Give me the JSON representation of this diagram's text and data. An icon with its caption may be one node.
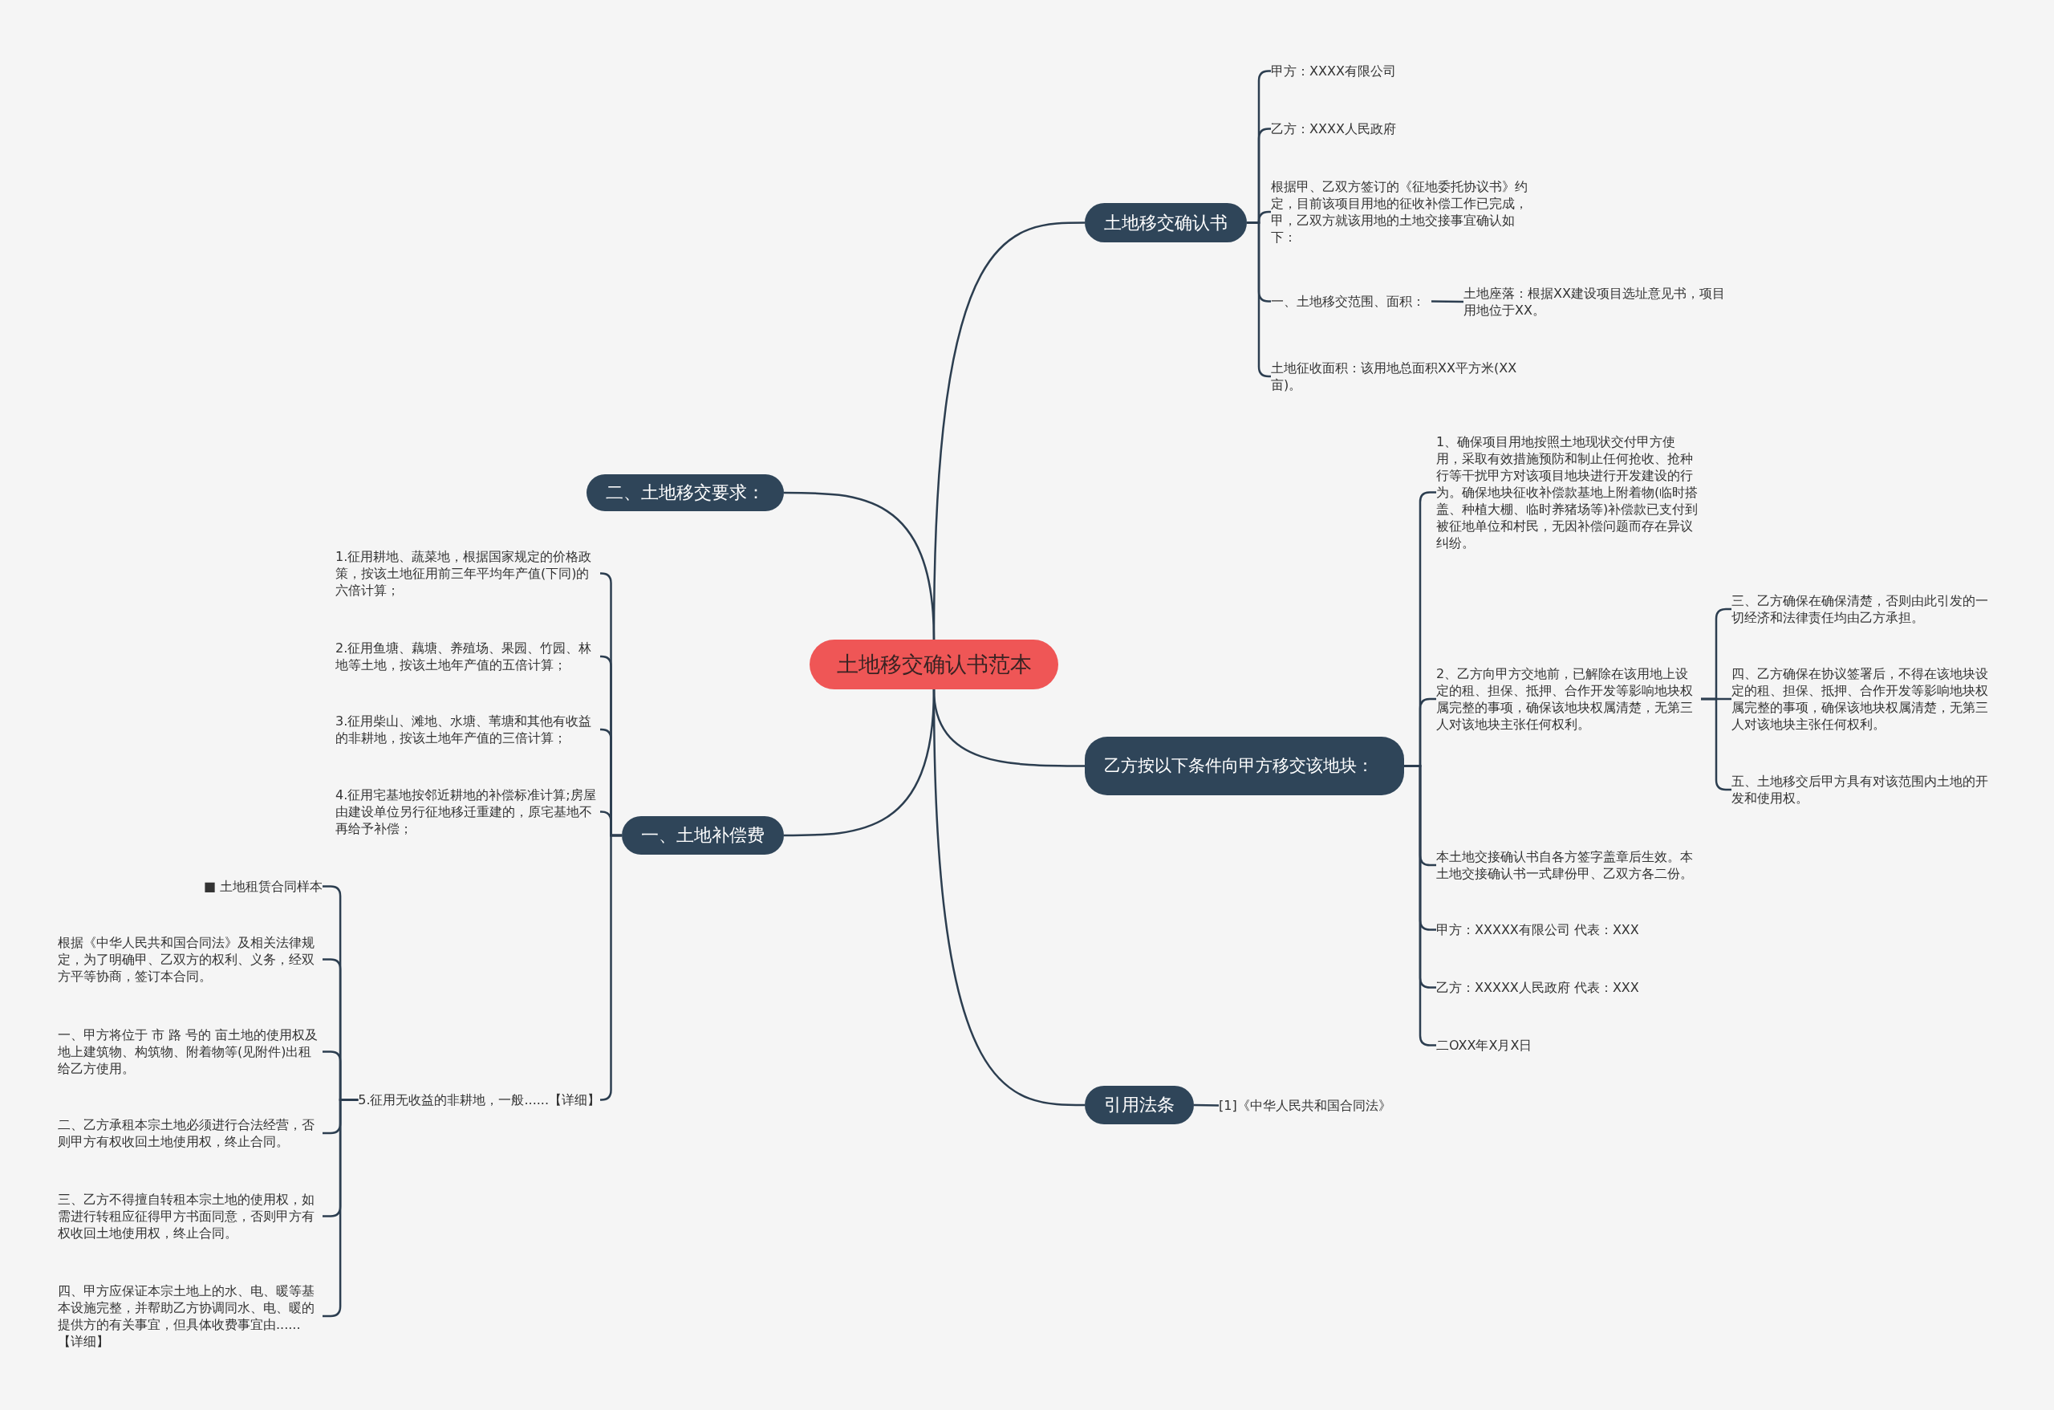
{
  "diagram": {
    "nodes": [
      {
        "text": [
          "土地移交确认书范本"
        ]
      },
      {
        "text": [
          "土地移交确认书"
        ]
      },
      {
        "text": [
          "甲方：XXXX有限公司"
        ]
      },
      {
        "text": [
          "乙方：XXXX人民政府"
        ]
      },
      {
        "text": [
          "根据甲、乙双方签订的《征地委托协议书》约定，目前该项目用地的征收补偿工作已完成，甲，乙双方就该用地的土地交接事宜确认如下："
        ]
      },
      {
        "text": [
          "一、土地移交范围、面积："
        ]
      },
      {
        "text": [
          "土地座落：根据XX建设项目选址意见书，项目用地位于XX。"
        ]
      },
      {
        "text": [
          "土地征收面积：该用地总面积XX平方米(XX亩)。"
        ]
      },
      {
        "text": [
          "乙方按以下条件向甲方移交该地块："
        ]
      },
      {
        "text": [
          "1、确保项目用地按照土地现状交付甲方使用，采取有效措施预防和制止任何抢收、抢种行等干扰甲方对该项目地块进行开发建设的行为。确保地块征收补偿款基地上附着物(临时搭盖、种植大棚、临时养猪场等)补偿款已支付到被征地单位和村民，无因补偿问题而存在异议纠纷。"
        ]
      },
      {
        "text": [
          "2、乙方向甲方交地前，已解除在该用地上设定的租、担保、抵押、合作开发等影响地块权属完整的事项，确保该地块权属清楚，无第三人对该地块主张任何权利。"
        ]
      },
      {
        "text": [
          "三、乙方确保在确保清楚，否则由此引发的一切经济和法律责任均由乙方承担。"
        ]
      },
      {
        "text": [
          "四、乙方确保在协议签署后，不得在该地块设定的租、担保、抵押、合作开发等影响地块权属完整的事项，确保该地块权属清楚，无第三人对该地块主张任何权利。"
        ]
      },
      {
        "text": [
          "五、土地移交后甲方具有对该范围内土地的开发和使用权。"
        ]
      },
      {
        "text": [
          "本土地交接确认书自各方签字盖章后生效。本土地交接确认书一式肆份甲、乙双方各二份。"
        ]
      },
      {
        "text": [
          "甲方：XXXXX有限公司 代表：XXX"
        ]
      },
      {
        "text": [
          "乙方：XXXXX人民政府 代表：XXX"
        ]
      },
      {
        "text": [
          "二OXX年X月X日"
        ]
      },
      {
        "text": [
          "引用法条"
        ]
      },
      {
        "text": [
          "[1]《中华人民共和国合同法》"
        ]
      },
      {
        "text": [
          "二、土地移交要求："
        ]
      },
      {
        "text": [
          "一、土地补偿费"
        ]
      },
      {
        "text": [
          "1.征用耕地、蔬菜地，根据国家规定的价格政策，按该土地征用前三年平均年产值(下同)的六倍计算；"
        ]
      },
      {
        "text": [
          "2.征用鱼塘、藕塘、养殖场、果园、竹园、林地等土地，按该土地年产值的五倍计算；"
        ]
      },
      {
        "text": [
          "3.征用柴山、滩地、水塘、苇塘和其他有收益的非耕地，按该土地年产值的三倍计算；"
        ]
      },
      {
        "text": [
          "4.征用宅基地按邻近耕地的补偿标准计算;房屋由建设单位另行征地移迁重建的，原宅基地不再给予补偿；"
        ]
      },
      {
        "text": [
          "5.征用无收益的非耕地，一般......【详细】"
        ]
      },
      {
        "text": [
          "■ 土地租赁合同样本"
        ]
      },
      {
        "text": [
          "根据《中华人民共和国合同法》及相关法律规定，为了明确甲、乙双方的权利、义务，经双方平等协商，签订本合同。"
        ]
      },
      {
        "text": [
          "一、甲方将位于 市 路 号的 亩土地的使用权及地上建筑物、构筑物、附着物等(见附件)出租给乙方使用。"
        ]
      },
      {
        "text": [
          "二、乙方承租本宗土地必须进行合法经营，否则甲方有权收回土地使用权，终止合同。"
        ]
      },
      {
        "text": [
          "三、乙方不得擅自转租本宗土地的使用权，如需进行转租应征得甲方书面同意，否则甲方有权收回土地使用权，终止合同。"
        ]
      },
      {
        "text": [
          "四、甲方应保证本宗土地上的水、电、暖等基本设施完整，并帮助乙方协调同水、电、暖的提供方的有关事宜，但具体收费事宜由......【详细】"
        ]
      }
    ],
    "edges": [
      {
        "from": 0,
        "to": 1,
        "arrow": "none"
      },
      {
        "from": 1,
        "to": 2,
        "arrow": "none"
      },
      {
        "from": 1,
        "to": 3,
        "arrow": "none"
      },
      {
        "from": 1,
        "to": 4,
        "arrow": "none"
      },
      {
        "from": 1,
        "to": 5,
        "arrow": "none"
      },
      {
        "from": 5,
        "to": 6,
        "arrow": "none"
      },
      {
        "from": 1,
        "to": 7,
        "arrow": "none"
      },
      {
        "from": 0,
        "to": 8,
        "arrow": "none"
      },
      {
        "from": 8,
        "to": 9,
        "arrow": "none"
      },
      {
        "from": 8,
        "to": 10,
        "arrow": "none"
      },
      {
        "from": 10,
        "to": 11,
        "arrow": "none"
      },
      {
        "from": 10,
        "to": 12,
        "arrow": "none"
      },
      {
        "from": 10,
        "to": 13,
        "arrow": "none"
      },
      {
        "from": 8,
        "to": 14,
        "arrow": "none"
      },
      {
        "from": 8,
        "to": 15,
        "arrow": "none"
      },
      {
        "from": 8,
        "to": 16,
        "arrow": "none"
      },
      {
        "from": 8,
        "to": 17,
        "arrow": "none"
      },
      {
        "from": 0,
        "to": 18,
        "arrow": "none"
      },
      {
        "from": 18,
        "to": 19,
        "arrow": "none"
      },
      {
        "from": 0,
        "to": 20,
        "arrow": "none"
      },
      {
        "from": 0,
        "to": 21,
        "arrow": "none"
      },
      {
        "from": 21,
        "to": 22,
        "arrow": "none"
      },
      {
        "from": 21,
        "to": 23,
        "arrow": "none"
      },
      {
        "from": 21,
        "to": 24,
        "arrow": "none"
      },
      {
        "from": 21,
        "to": 25,
        "arrow": "none"
      },
      {
        "from": 21,
        "to": 26,
        "arrow": "none"
      },
      {
        "from": 26,
        "to": 27,
        "arrow": "none"
      },
      {
        "from": 26,
        "to": 28,
        "arrow": "none"
      },
      {
        "from": 26,
        "to": 29,
        "arrow": "none"
      },
      {
        "from": 26,
        "to": 30,
        "arrow": "none"
      },
      {
        "from": 26,
        "to": 31,
        "arrow": "none"
      },
      {
        "from": 26,
        "to": 32,
        "arrow": "none"
      }
    ]
  }
}
